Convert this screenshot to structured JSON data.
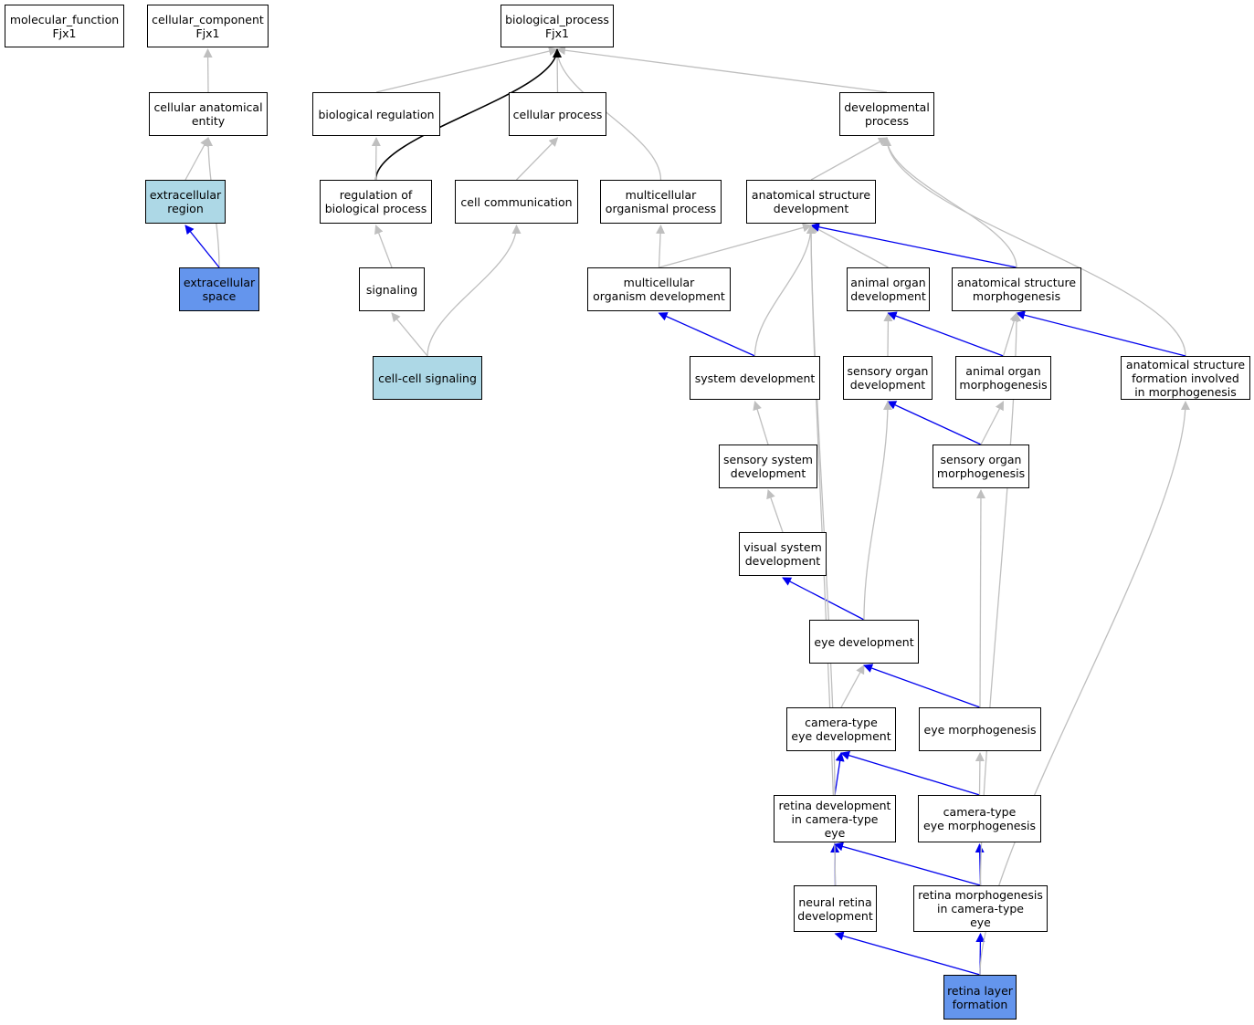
{
  "colors": {
    "is_a_edge": "#bfbfbf",
    "part_of_edge": "#0000ee",
    "root_edge": "#000000",
    "node_white": "#ffffff",
    "node_light": "#add8e6",
    "node_mid": "#6495ed"
  },
  "nodes": [
    {
      "id": "mf",
      "label": "molecular_function\nFjx1",
      "fill": "white"
    },
    {
      "id": "cc",
      "label": "cellular_component\nFjx1",
      "fill": "white"
    },
    {
      "id": "bp",
      "label": "biological_process\nFjx1",
      "fill": "white"
    },
    {
      "id": "cae",
      "label": "cellular anatomical\nentity",
      "fill": "white"
    },
    {
      "id": "biolreg",
      "label": "biological regulation",
      "fill": "white"
    },
    {
      "id": "cellproc",
      "label": "cellular process",
      "fill": "white"
    },
    {
      "id": "devproc",
      "label": "developmental\nprocess",
      "fill": "white"
    },
    {
      "id": "extreg",
      "label": "extracellular\nregion",
      "fill": "light"
    },
    {
      "id": "regbp",
      "label": "regulation of\nbiological process",
      "fill": "white"
    },
    {
      "id": "cellcomm",
      "label": "cell communication",
      "fill": "white"
    },
    {
      "id": "multproc",
      "label": "multicellular\norganismal process",
      "fill": "white"
    },
    {
      "id": "asd",
      "label": "anatomical structure\ndevelopment",
      "fill": "white"
    },
    {
      "id": "extspace",
      "label": "extracellular\nspace",
      "fill": "mid"
    },
    {
      "id": "signaling",
      "label": "signaling",
      "fill": "white"
    },
    {
      "id": "mod",
      "label": "multicellular\norganism development",
      "fill": "white"
    },
    {
      "id": "aod",
      "label": "animal organ\ndevelopment",
      "fill": "white"
    },
    {
      "id": "asm",
      "label": "anatomical structure\nmorphogenesis",
      "fill": "white"
    },
    {
      "id": "ccsig",
      "label": "cell-cell signaling",
      "fill": "light"
    },
    {
      "id": "sysdev",
      "label": "system development",
      "fill": "white"
    },
    {
      "id": "sod",
      "label": "sensory organ\ndevelopment",
      "fill": "white"
    },
    {
      "id": "aom",
      "label": "animal organ\nmorphogenesis",
      "fill": "white"
    },
    {
      "id": "asf",
      "label": "anatomical structure\nformation involved\nin morphogenesis",
      "fill": "white"
    },
    {
      "id": "ssd",
      "label": "sensory system\ndevelopment",
      "fill": "white"
    },
    {
      "id": "som",
      "label": "sensory organ\nmorphogenesis",
      "fill": "white"
    },
    {
      "id": "vsd",
      "label": "visual system\ndevelopment",
      "fill": "white"
    },
    {
      "id": "eyedev",
      "label": "eye development",
      "fill": "white"
    },
    {
      "id": "cted",
      "label": "camera-type\neye development",
      "fill": "white"
    },
    {
      "id": "eyemorph",
      "label": "eye morphogenesis",
      "fill": "white"
    },
    {
      "id": "rdcte",
      "label": "retina development\nin camera-type\neye",
      "fill": "white"
    },
    {
      "id": "ctem",
      "label": "camera-type\neye morphogenesis",
      "fill": "white"
    },
    {
      "id": "nrd",
      "label": "neural retina\ndevelopment",
      "fill": "white"
    },
    {
      "id": "rmcte",
      "label": "retina morphogenesis\nin camera-type\neye",
      "fill": "white"
    },
    {
      "id": "rlf",
      "label": "retina layer\nformation",
      "fill": "mid"
    }
  ],
  "edges": [
    {
      "from": "cae",
      "to": "cc",
      "type": "is_a"
    },
    {
      "from": "extreg",
      "to": "cae",
      "type": "is_a"
    },
    {
      "from": "extspace",
      "to": "cae",
      "type": "is_a"
    },
    {
      "from": "extspace",
      "to": "extreg",
      "type": "part_of"
    },
    {
      "from": "biolreg",
      "to": "bp",
      "type": "is_a"
    },
    {
      "from": "cellproc",
      "to": "bp",
      "type": "is_a"
    },
    {
      "from": "devproc",
      "to": "bp",
      "type": "is_a"
    },
    {
      "from": "multproc",
      "to": "bp",
      "type": "is_a"
    },
    {
      "from": "regbp",
      "to": "bp",
      "type": "root"
    },
    {
      "from": "regbp",
      "to": "biolreg",
      "type": "is_a"
    },
    {
      "from": "cellcomm",
      "to": "cellproc",
      "type": "is_a"
    },
    {
      "from": "asd",
      "to": "devproc",
      "type": "is_a"
    },
    {
      "from": "signaling",
      "to": "regbp",
      "type": "is_a"
    },
    {
      "from": "ccsig",
      "to": "signaling",
      "type": "is_a"
    },
    {
      "from": "ccsig",
      "to": "cellcomm",
      "type": "is_a"
    },
    {
      "from": "mod",
      "to": "multproc",
      "type": "is_a"
    },
    {
      "from": "mod",
      "to": "asd",
      "type": "is_a"
    },
    {
      "from": "aod",
      "to": "asd",
      "type": "is_a"
    },
    {
      "from": "asm",
      "to": "asd",
      "type": "part_of"
    },
    {
      "from": "asm",
      "to": "devproc",
      "type": "is_a"
    },
    {
      "from": "asf",
      "to": "devproc",
      "type": "is_a"
    },
    {
      "from": "asf",
      "to": "asm",
      "type": "part_of"
    },
    {
      "from": "sysdev",
      "to": "mod",
      "type": "part_of"
    },
    {
      "from": "sysdev",
      "to": "asd",
      "type": "is_a"
    },
    {
      "from": "sod",
      "to": "aod",
      "type": "is_a"
    },
    {
      "from": "aom",
      "to": "aod",
      "type": "part_of"
    },
    {
      "from": "aom",
      "to": "asm",
      "type": "is_a"
    },
    {
      "from": "ssd",
      "to": "sysdev",
      "type": "is_a"
    },
    {
      "from": "som",
      "to": "sod",
      "type": "part_of"
    },
    {
      "from": "som",
      "to": "aom",
      "type": "is_a"
    },
    {
      "from": "vsd",
      "to": "ssd",
      "type": "is_a"
    },
    {
      "from": "eyedev",
      "to": "vsd",
      "type": "part_of"
    },
    {
      "from": "eyedev",
      "to": "sod",
      "type": "is_a"
    },
    {
      "from": "cted",
      "to": "eyedev",
      "type": "is_a"
    },
    {
      "from": "eyemorph",
      "to": "eyedev",
      "type": "part_of"
    },
    {
      "from": "eyemorph",
      "to": "som",
      "type": "is_a"
    },
    {
      "from": "rdcte",
      "to": "cted",
      "type": "part_of"
    },
    {
      "from": "rdcte",
      "to": "asd",
      "type": "is_a"
    },
    {
      "from": "ctem",
      "to": "cted",
      "type": "part_of"
    },
    {
      "from": "ctem",
      "to": "eyemorph",
      "type": "is_a"
    },
    {
      "from": "nrd",
      "to": "rdcte",
      "type": "part_of"
    },
    {
      "from": "nrd",
      "to": "asd",
      "type": "is_a"
    },
    {
      "from": "rmcte",
      "to": "rdcte",
      "type": "part_of"
    },
    {
      "from": "rmcte",
      "to": "ctem",
      "type": "part_of"
    },
    {
      "from": "rmcte",
      "to": "asm",
      "type": "is_a"
    },
    {
      "from": "rlf",
      "to": "nrd",
      "type": "part_of"
    },
    {
      "from": "rlf",
      "to": "rmcte",
      "type": "part_of"
    },
    {
      "from": "rlf",
      "to": "asf",
      "type": "is_a"
    }
  ]
}
